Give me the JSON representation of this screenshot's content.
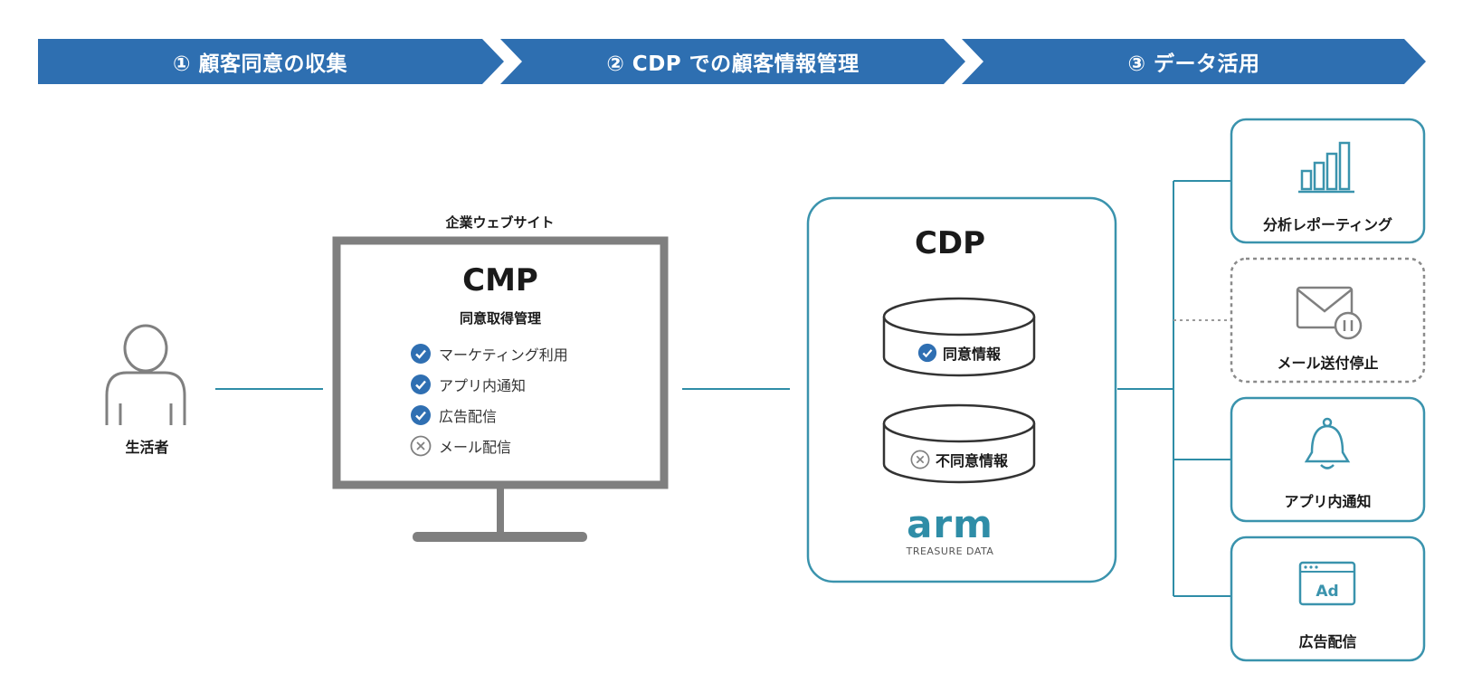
{
  "steps": [
    {
      "label": "① 顧客同意の収集"
    },
    {
      "label": "② CDP での顧客情報管理"
    },
    {
      "label": "③ データ活用"
    }
  ],
  "consumer": {
    "label": "生活者",
    "icon": "person-icon"
  },
  "website": {
    "label": "企業ウェブサイト",
    "cmp_title": "CMP",
    "cmp_subtitle": "同意取得管理",
    "items": [
      {
        "label": "マーケティング利用",
        "consent": true
      },
      {
        "label": "アプリ内通知",
        "consent": true
      },
      {
        "label": "広告配信",
        "consent": true
      },
      {
        "label": "メール配信",
        "consent": false
      }
    ]
  },
  "cdp": {
    "title": "CDP",
    "stores": [
      {
        "label": "同意情報",
        "consent": true
      },
      {
        "label": "不同意情報",
        "consent": false
      }
    ],
    "logo_word": "arm",
    "logo_sub": "TREASURE DATA"
  },
  "outputs": [
    {
      "label": "分析レポーティング",
      "icon": "bar-chart-icon",
      "status": "active"
    },
    {
      "label": "メール送付停止",
      "icon": "mail-paused-icon",
      "status": "stopped"
    },
    {
      "label": "アプリ内通知",
      "icon": "bell-icon",
      "status": "active"
    },
    {
      "label": "広告配信",
      "icon": "ad-window-icon",
      "status": "active"
    }
  ],
  "colors": {
    "step_bar": "#2e6fb1",
    "accent_blue": "#2f6fb2",
    "teal_border": "#3a93ad",
    "monitor_gray": "#7f7f7f",
    "line_teal": "#2f8da7"
  }
}
